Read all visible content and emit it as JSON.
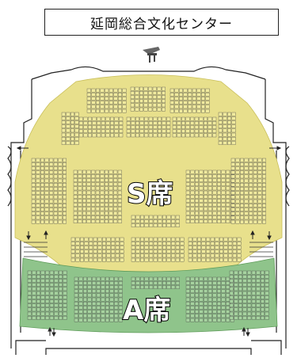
{
  "title": "延岡総合文化センター",
  "zones": {
    "s": {
      "label": "S席",
      "color": "#e8e08c",
      "seat_fill": "#f0ea9e"
    },
    "a": {
      "label": "A席",
      "color": "#8fc48b",
      "seat_fill": "#a6d29f"
    }
  },
  "icons": {
    "piano": "piano-icon",
    "exit": "exit-arrow-icon"
  }
}
